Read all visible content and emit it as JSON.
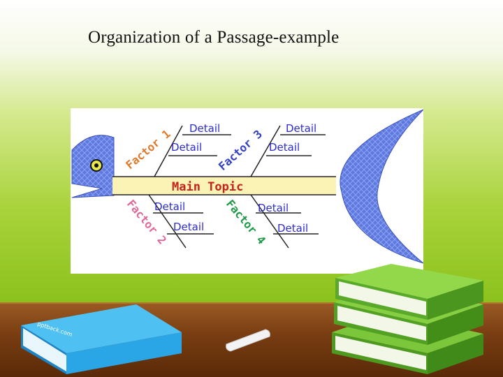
{
  "title": "Organization of a Passage-example",
  "diagram": {
    "main_topic": "Main Topic",
    "factors": [
      {
        "label": "Factor 1",
        "details": [
          "Detail",
          "Detail"
        ]
      },
      {
        "label": "Factor 2",
        "details": [
          "Detail",
          "Detail"
        ]
      },
      {
        "label": "Factor 3",
        "details": [
          "Detail",
          "Detail"
        ]
      },
      {
        "label": "Factor 4",
        "details": [
          "Detail",
          "Detail"
        ]
      }
    ],
    "colors": {
      "fish": "#5d78e0",
      "factor_1": "#e27a2d",
      "factor_2": "#de6a9a",
      "factor_3": "#3340c4",
      "factor_4": "#1f9a48",
      "detail_text": "#2c2ccf",
      "main_topic_text": "#c8221c",
      "spine_band": "#fbf2b6"
    }
  },
  "decor": {
    "book_stack_colors": [
      "#6db733",
      "#4e9a21"
    ],
    "blue_book_color": "#2aa5e6",
    "blue_book_label": "pptback.com"
  }
}
